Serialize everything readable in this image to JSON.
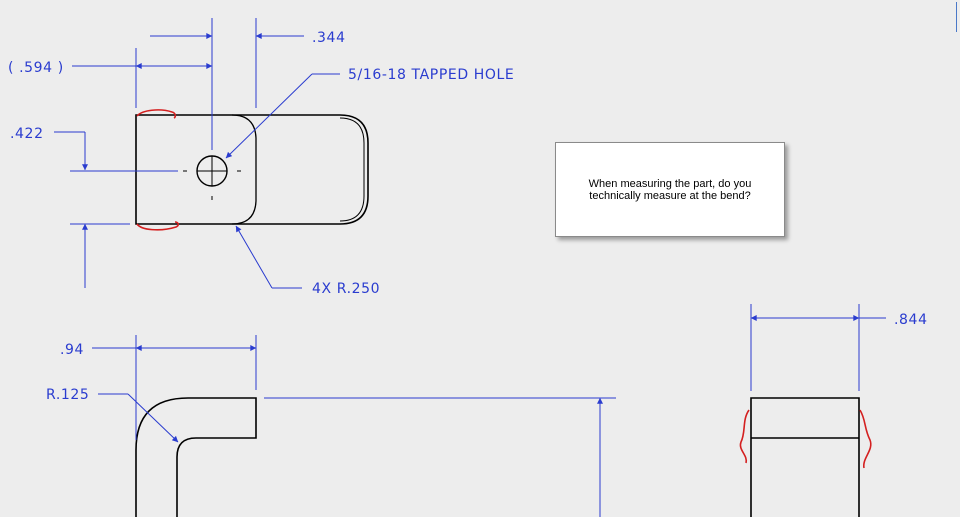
{
  "dimensions": {
    "top_width": ".344",
    "hole_offset": "( .594 )",
    "tapped_hole": "5/16-18 TAPPED HOLE",
    "height_offset": ".422",
    "corner_radius": "4X R.250",
    "flange_width": ".94",
    "bend_radius": "R.125",
    "thickness": ".844"
  },
  "note": {
    "text": "When measuring the part, do you technically measure at the bend?"
  },
  "colors": {
    "dimension": "#2a3ccf",
    "outline": "#000000",
    "markup": "#d42020",
    "background": "#ededed"
  }
}
